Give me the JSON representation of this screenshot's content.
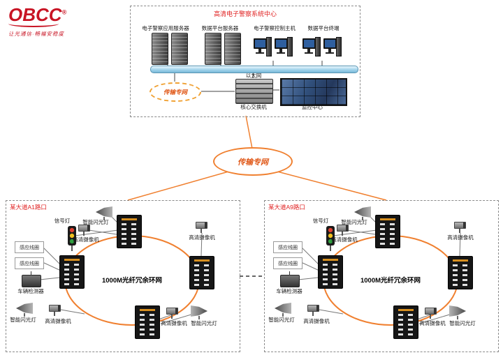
{
  "logo": {
    "brand": "OBCC",
    "reg": "®",
    "tagline": "让光通信·畅福安稳度"
  },
  "center": {
    "title": "高清电子警察系统中心",
    "devices": [
      {
        "label": "电子警察应用服务器"
      },
      {
        "label": "数据平台服务器"
      },
      {
        "label": "电子警察控制主机"
      },
      {
        "label": "数据平台终端"
      }
    ],
    "ethernet_label": "以太网",
    "transport_label": "传输专网",
    "core_switch_label": "核心交换机",
    "monitor_label": "监控中心"
  },
  "transport": {
    "label": "传输专网"
  },
  "ring_label": "1000M光纤冗余环网",
  "intersections": [
    {
      "title": "某大道A1路口"
    },
    {
      "title": "某大道A9路口"
    }
  ],
  "device_labels": {
    "signal_light": "信号灯",
    "smart_flash": "智能闪光灯",
    "hd_camera": "高清摄像机",
    "induction_coil": "感应线圈",
    "vehicle_detector": "车辆检测器"
  },
  "colors": {
    "accent_orange": "#f08030",
    "brand_red": "#c81424",
    "label_red": "#e02020"
  }
}
